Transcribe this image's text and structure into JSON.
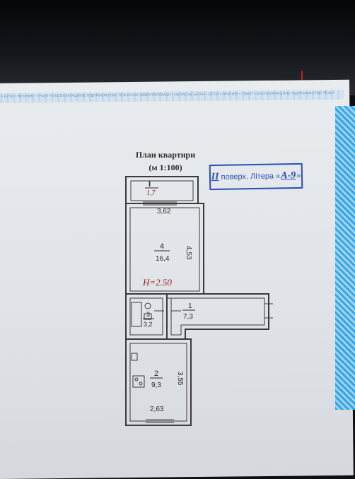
{
  "title": {
    "line1": "План квартири",
    "line2": "(м 1:100)"
  },
  "stamp": {
    "floor": "II",
    "text": "поверх. Літера «",
    "letter": "А-9",
    "close": "»"
  },
  "border_text": "• ЕРТИ • ПРОПИВ • ГРАНТ • ЕКСПЛУАТАЦІЙНЕ ПІДПРИЄМСТВО ТЕХНІЧНОЇ ІНВЕНТАРИЗАЦІЇ • ОБЛАСНЕ БЮРО • ЕРТИ • ПРОПИВ • ГРАНТ • ЕКСПЛУАТАЦІЙНЕ ПІДПРИЄМСТВО ТЕХНІЧНОЇ ІНВЕНТАРИЗАЦІЇ",
  "rooms": {
    "balcony": {
      "num": "I",
      "area": "1,7"
    },
    "living": {
      "num": "4",
      "area": "16,4",
      "width": "3,62",
      "length": "4,53"
    },
    "corridor": {
      "num": "1",
      "area": "7,3"
    },
    "bathroom": {
      "num": "3",
      "area": "3,2"
    },
    "kitchen": {
      "num": "2",
      "area": "9,3",
      "width": "2,63",
      "length": "3,55"
    }
  },
  "height_note": "H=2.50",
  "colors": {
    "stamp_blue": "#2a4fb5",
    "ink_red": "#8b1e1e",
    "wall": "#3a3a3a"
  }
}
